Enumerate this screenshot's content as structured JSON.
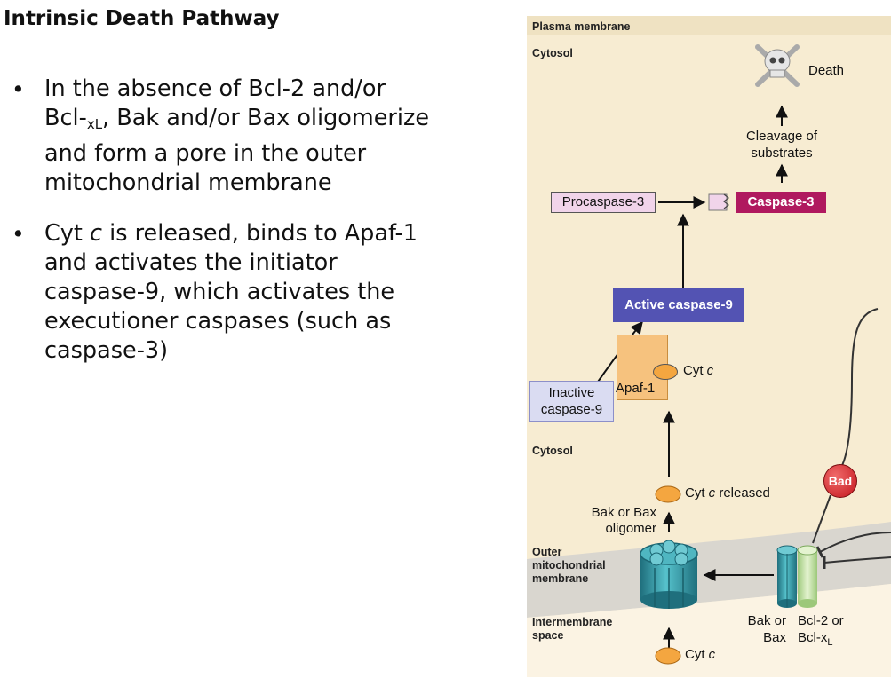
{
  "slide": {
    "title": "Intrinsic Death Pathway",
    "bullet1": {
      "part1": "In the absence of Bcl-2 and/or Bcl-",
      "sub": "xL",
      "part2": ", Bak and/or Bax oligomerize and form a pore in the outer mitochondrial membrane"
    },
    "bullet2": {
      "part1": "Cyt ",
      "italic": "c",
      "part2": " is released, binds to Apaf-1 and activates the initiator caspase-9, which activates the executioner caspases (such as caspase-3)"
    }
  },
  "figure": {
    "plasma_membrane": "Plasma membrane",
    "cytosol_top": "Cytosol",
    "death": "Death",
    "skull_icon": "skull-crossbones-icon",
    "cleavage_line1": "Cleavage of",
    "cleavage_line2": "substrates",
    "procaspase3": "Procaspase-3",
    "caspase3": "Caspase-3",
    "active_caspase9": "Active caspase-9",
    "apaf1": "Apaf-1",
    "cytc_bound": "Cyt",
    "cytc_italic": "c",
    "inactive_caspase9_line1": "Inactive",
    "inactive_caspase9_line2": "caspase-9",
    "cytosol_mid": "Cytosol",
    "bad": "Bad",
    "cytc_released": "released",
    "bak_bax_oligomer_line1": "Bak or Bax",
    "bak_bax_oligomer_line2": "oligomer",
    "outer_membrane_line1": "Outer",
    "outer_membrane_line2": "mitochondrial",
    "outer_membrane_line3": "membrane",
    "intermembrane_line1": "Intermembrane",
    "intermembrane_line2": "space",
    "bak_or_bax_line1": "Bak or",
    "bak_or_bax_line2": "Bax",
    "bcl2_line1": "Bcl-2 or",
    "bcl2_line2": "Bcl-x",
    "bcl2_sub": "L",
    "colors": {
      "background": "#f7ecd2",
      "caspase3": "#b0195f",
      "active_caspase9": "#5353b3",
      "apaf1": "#f6c27e",
      "cytc": "#f4a640",
      "bad": "#d7282f",
      "pore": "#2d96a6",
      "bcl2": "#c7e3a6",
      "procaspase": "#f1d4ea",
      "inactive_caspase9": "#dadcf2"
    }
  }
}
